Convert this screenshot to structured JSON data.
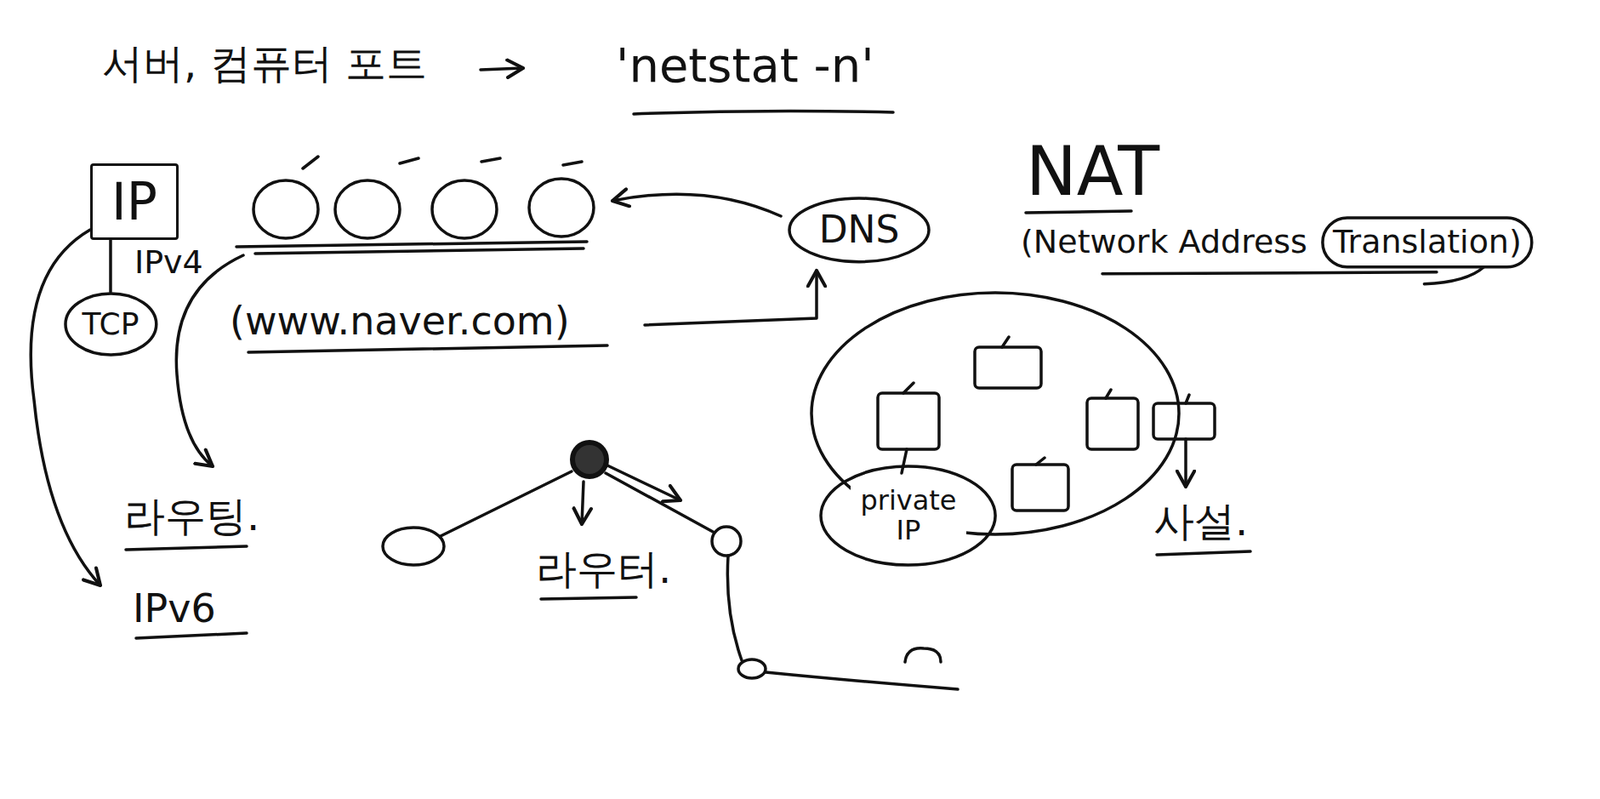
{
  "diagram": {
    "nodes": [
      {
        "text": [
          "IP"
        ]
      },
      {
        "text": [
          "DNS"
        ]
      },
      {
        "text": [
          "TCP"
        ]
      },
      {
        "text": [
          "private IP"
        ]
      }
    ],
    "edges": [
      {
        "from": 0,
        "to": 2,
        "arrow": "none"
      }
    ],
    "labels": [
      "서버, 컴퓨터 포트",
      "'netstat -n'",
      "NAT",
      "(Network Address",
      "Translation)",
      "IPv4",
      "(www.naver.com)",
      "라우팅.",
      "사설.",
      "라우터.",
      "IPv6"
    ]
  }
}
